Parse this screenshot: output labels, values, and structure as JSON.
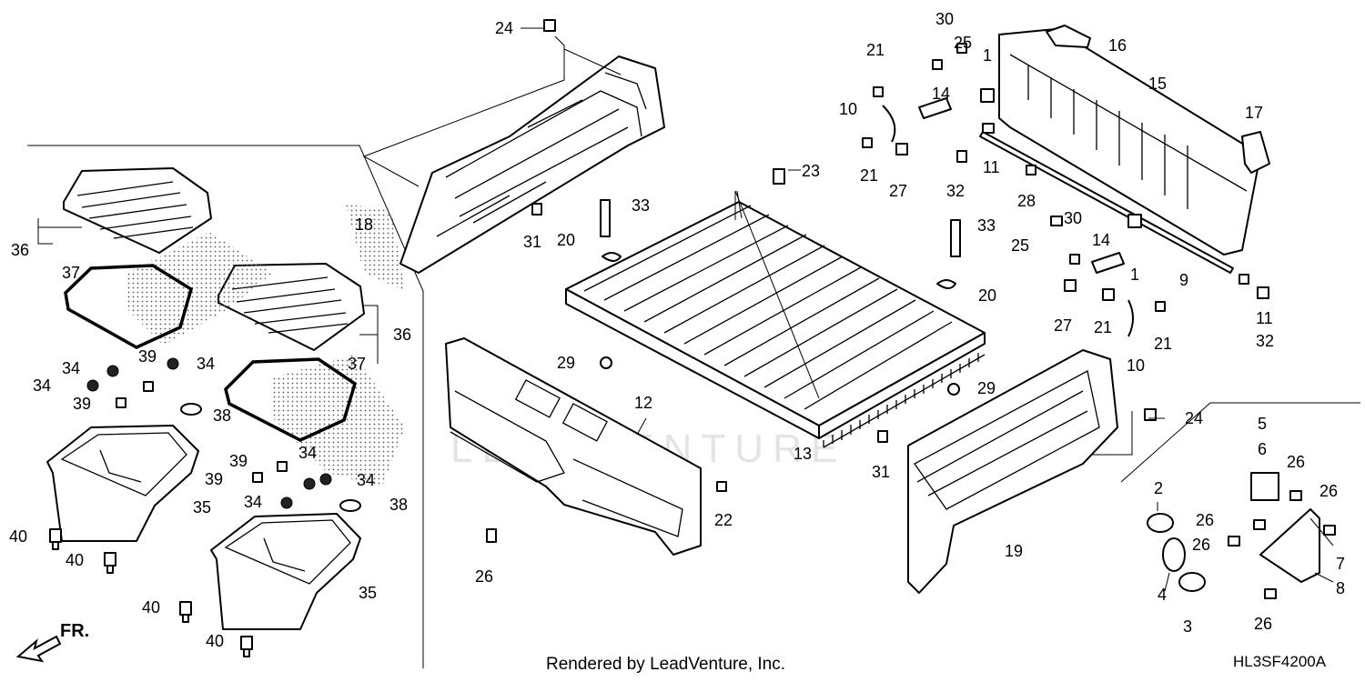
{
  "watermark": "LEADVENTURE",
  "footer": {
    "credit": "Rendered by LeadVenture, Inc.",
    "diagram_code": "HL3SF4200A"
  },
  "direction_label": "FR.",
  "callouts": {
    "c1a": "1",
    "c1b": "1",
    "c2": "2",
    "c3": "3",
    "c4": "4",
    "c5": "5",
    "c6": "6",
    "c7": "7",
    "c8": "8",
    "c9": "9",
    "c10a": "10",
    "c10b": "10",
    "c11a": "11",
    "c11b": "11",
    "c12": "12",
    "c13": "13",
    "c14a": "14",
    "c14b": "14",
    "c15": "15",
    "c16": "16",
    "c17": "17",
    "c18": "18",
    "c19": "19",
    "c20a": "20",
    "c20b": "20",
    "c21a": "21",
    "c21b": "21",
    "c21c": "21",
    "c21d": "21",
    "c22": "22",
    "c23": "23",
    "c24a": "24",
    "c24b": "24",
    "c25a": "25",
    "c25b": "25",
    "c26a": "26",
    "c26b": "26",
    "c26c": "26",
    "c26d": "26",
    "c26e": "26",
    "c26f": "26",
    "c27a": "27",
    "c27b": "27",
    "c28": "28",
    "c29a": "29",
    "c29b": "29",
    "c30a": "30",
    "c30b": "30",
    "c31a": "31",
    "c31b": "31",
    "c32a": "32",
    "c32b": "32",
    "c33a": "33",
    "c33b": "33",
    "c34a": "34",
    "c34b": "34",
    "c34c": "34",
    "c34d": "34",
    "c34e": "34",
    "c34f": "34",
    "c35a": "35",
    "c35b": "35",
    "c36a": "36",
    "c36b": "36",
    "c37a": "37",
    "c37b": "37",
    "c38a": "38",
    "c38b": "38",
    "c39a": "39",
    "c39b": "39",
    "c39c": "39",
    "c39d": "39",
    "c40a": "40",
    "c40b": "40",
    "c40c": "40",
    "c40d": "40"
  }
}
